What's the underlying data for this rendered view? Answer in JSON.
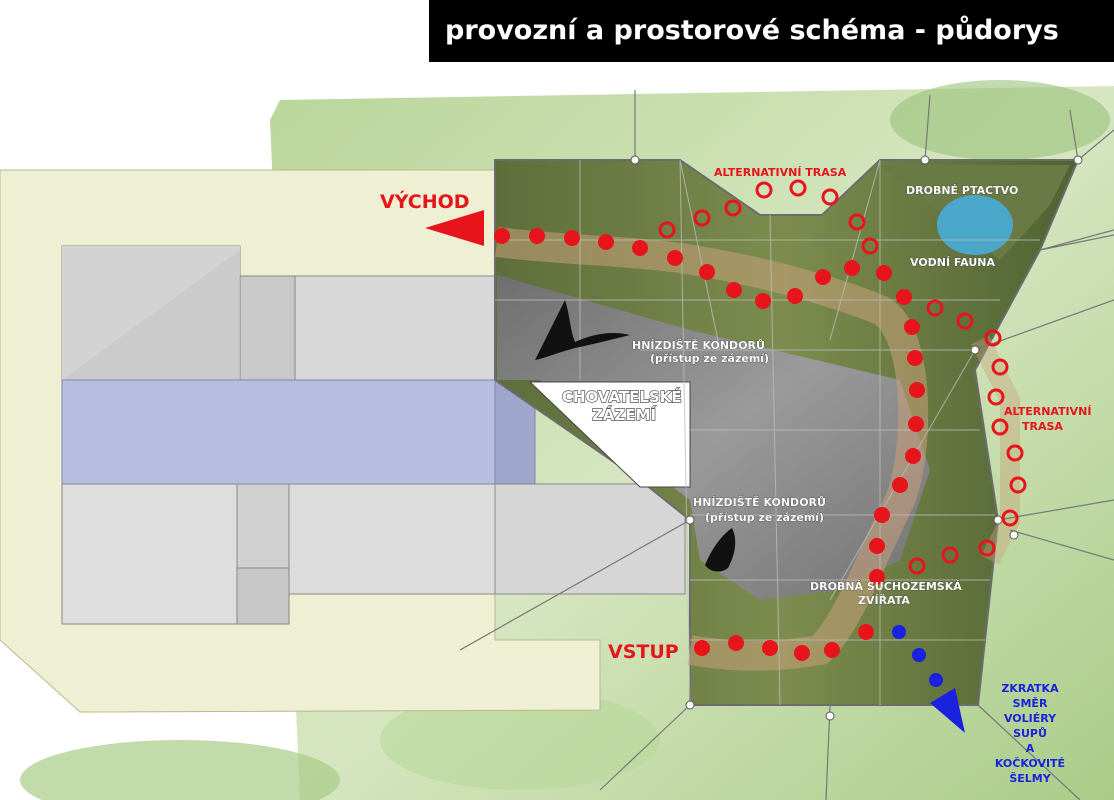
{
  "title": "provozní a prostorové schéma - půdorys",
  "labels": {
    "exit": "VÝCHOD",
    "entrance": "VSTUP",
    "alt_route_top": "ALTERNATIVNÍ TRASA",
    "alt_route_right_1": "ALTERNATIVNÍ",
    "alt_route_right_2": "TRASA",
    "small_birds": "DROBNÉ PTACTVO",
    "water_fauna": "VODNÍ FAUNA",
    "condor_nest_1": "HNÍZDIŠTĚ KONDORŮ",
    "condor_nest_1_note": "(přístup ze zázemí)",
    "condor_nest_2": "HNÍZDIŠTĚ KONDORŮ",
    "condor_nest_2_note": "(přístup ze zázemí)",
    "breeding_1": "CHOVATELSKÉ",
    "breeding_2": "ZÁZEMÍ",
    "small_land_1": "DROBNÁ SUCHOZEMSKÁ",
    "small_land_2": "ZVÍŘATA",
    "shortcut": [
      "ZKRATKA",
      "SMĚR",
      "VOLIÉRY",
      "SUPŮ",
      "A",
      "KOČKOVITÉ",
      "ŠELMY"
    ]
  },
  "colors": {
    "main_route": "#e8141c",
    "alternative_route": "#e8141c",
    "shortcut_route": "#1a22e0",
    "corridor": "#b6bde0",
    "ground": "#efefd4"
  }
}
